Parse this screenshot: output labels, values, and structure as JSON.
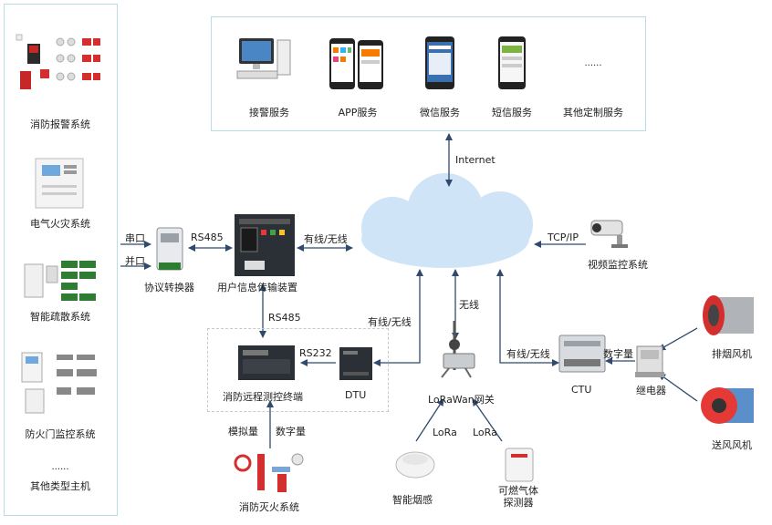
{
  "left_systems": [
    {
      "label": "消防报警系统"
    },
    {
      "label": "电气火灾系统"
    },
    {
      "label": "智能疏散系统"
    },
    {
      "label": "防火门监控系统"
    },
    {
      "label": "其他类型主机",
      "dots": "······"
    }
  ],
  "services": [
    {
      "label": "接警服务"
    },
    {
      "label": "APP服务"
    },
    {
      "label": "微信服务"
    },
    {
      "label": "短信服务"
    },
    {
      "label": "其他定制服务",
      "dots": "······"
    }
  ],
  "nodes": {
    "protocol_converter": "协议转换器",
    "user_transmitter": "用户信息传输装置",
    "remote_terminal": "消防远程测控终端",
    "dtu": "DTU",
    "lora_gateway": "LoRaWan网关",
    "ctu": "CTU",
    "relay": "继电器",
    "video": "视频监控系统",
    "exhaust_fan": "排烟风机",
    "supply_fan": "送风风机",
    "smoke_sensor": "智能烟感",
    "gas_detector": "可燃气体\n探测器",
    "extinguish": "消防灭火系统"
  },
  "links": {
    "serial": "串口",
    "net_port": "并口",
    "rs485_a": "RS485",
    "rs485_b": "RS485",
    "rs232": "RS232",
    "wired_wireless_1": "有线/无线",
    "wired_wireless_2": "有线/无线",
    "wired_wireless_3": "有线/无线",
    "wireless": "无线",
    "internet": "Internet",
    "tcpip": "TCP/IP",
    "digital_1": "数字量",
    "digital_2": "数字量",
    "analog": "模拟量",
    "lora_1": "LoRa",
    "lora_2": "LoRa"
  },
  "colors": {
    "panel_border": "#b9dde7",
    "cloud": "#cfe4f6",
    "arrow": "#2f4a6e",
    "device_dark": "#2b2f36"
  }
}
